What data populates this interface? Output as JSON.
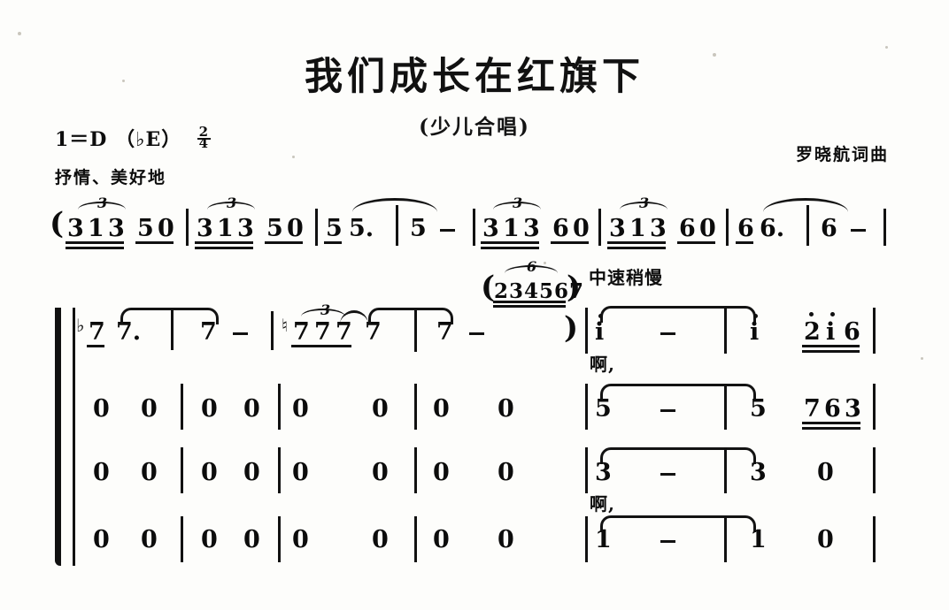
{
  "document": {
    "kind": "numbered-musical-notation-score",
    "title": "我们成长在红旗下",
    "subtitle": "(少儿合唱)",
    "key_signature": "1＝D",
    "key_alt": "（♭E）",
    "time_signature": {
      "numerator": "2",
      "denominator": "4"
    },
    "expression_mark": "抒情、美好地",
    "credit": "罗晓航词曲",
    "tempo_mark_2": "中速稍慢"
  },
  "intro": {
    "open_paren": "(",
    "close_paren": ")",
    "tuplet_label_3": "3",
    "tuplet_label_6": "6",
    "sextuplet": "234567",
    "line1_measures": [
      {
        "notes": [
          "3",
          "1",
          "3",
          "5",
          "0"
        ]
      },
      {
        "notes": [
          "3",
          "1",
          "3",
          "5",
          "0"
        ]
      },
      {
        "notes": [
          "5",
          "5."
        ]
      },
      {
        "notes": [
          "5",
          "-"
        ]
      },
      {
        "notes": [
          "3",
          "1",
          "3",
          "6",
          "0"
        ]
      },
      {
        "notes": [
          "3",
          "1",
          "3",
          "6",
          "0"
        ]
      },
      {
        "notes": [
          "6",
          "6."
        ]
      },
      {
        "notes": [
          "6",
          "-"
        ]
      }
    ],
    "line2_measures": [
      {
        "accidental": "♭",
        "notes": [
          "7",
          "7."
        ]
      },
      {
        "notes": [
          "7",
          "-"
        ]
      },
      {
        "accidental": "♮",
        "notes": [
          "7",
          "7",
          "7",
          "7"
        ]
      },
      {
        "notes": [
          "7",
          "-"
        ]
      }
    ]
  },
  "voices": [
    {
      "name": "soprano",
      "lyric": "啊,",
      "measures": [
        {
          "notes": [
            "0",
            "0"
          ]
        },
        {
          "notes": [
            "0",
            "0"
          ]
        },
        {
          "notes": [
            "0",
            "0"
          ]
        },
        {
          "notes": [
            "0",
            "0"
          ]
        },
        {
          "notes": [
            "i",
            "-"
          ]
        },
        {
          "notes": [
            "i",
            "2",
            "i",
            "6"
          ]
        }
      ]
    },
    {
      "name": "alto",
      "lyric": "",
      "measures": [
        {
          "notes": [
            "0",
            "0"
          ]
        },
        {
          "notes": [
            "0",
            "0"
          ]
        },
        {
          "notes": [
            "0",
            "0"
          ]
        },
        {
          "notes": [
            "0",
            "0"
          ]
        },
        {
          "notes": [
            "5",
            "-"
          ]
        },
        {
          "notes": [
            "5",
            "7",
            "6",
            "3"
          ]
        }
      ]
    },
    {
      "name": "tenor",
      "lyric": "啊,",
      "measures": [
        {
          "notes": [
            "0",
            "0"
          ]
        },
        {
          "notes": [
            "0",
            "0"
          ]
        },
        {
          "notes": [
            "0",
            "0"
          ]
        },
        {
          "notes": [
            "0",
            "0"
          ]
        },
        {
          "notes": [
            "3",
            "-"
          ]
        },
        {
          "notes": [
            "3",
            "0"
          ]
        }
      ]
    },
    {
      "name": "bass",
      "lyric": "",
      "measures": [
        {
          "notes": [
            "0",
            "0"
          ]
        },
        {
          "notes": [
            "0",
            "0"
          ]
        },
        {
          "notes": [
            "0",
            "0"
          ]
        },
        {
          "notes": [
            "0",
            "0"
          ]
        },
        {
          "notes": [
            "1",
            "-"
          ]
        },
        {
          "notes": [
            "1",
            "0"
          ]
        }
      ]
    }
  ],
  "colors": {
    "ink": "#0d0d0d",
    "paper": "#fdfdfb"
  }
}
